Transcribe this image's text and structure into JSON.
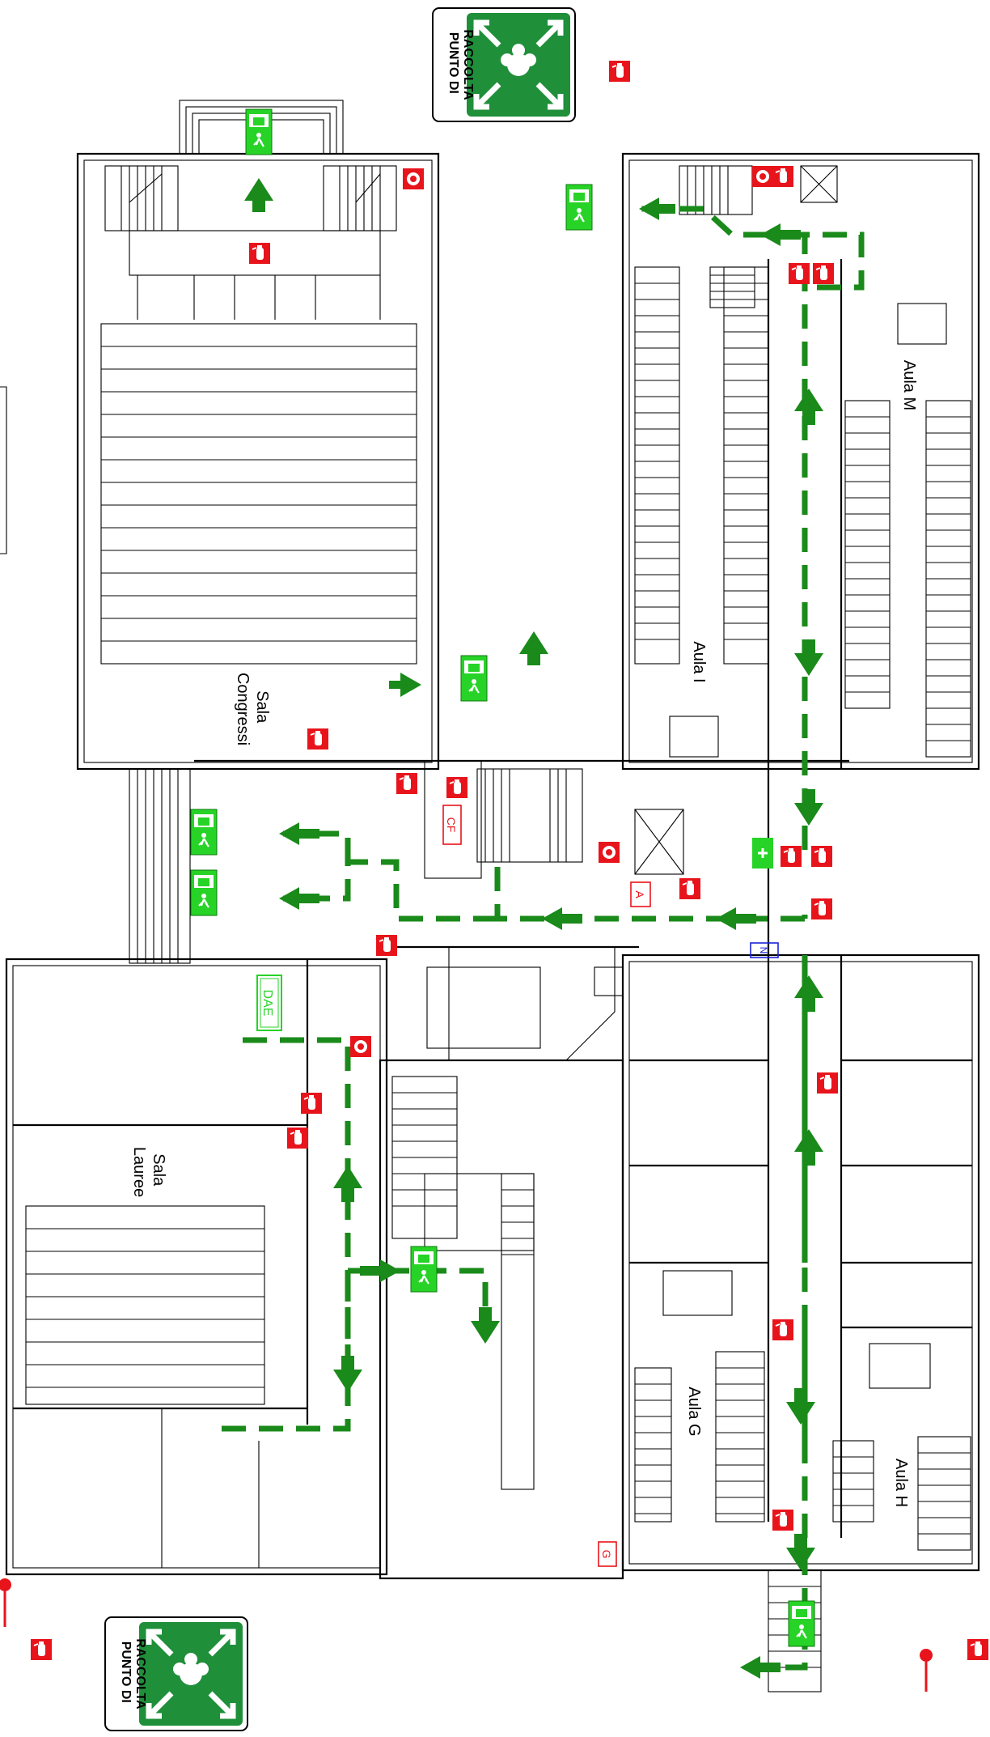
{
  "rooms": {
    "sala_congressi": "Sala\nCongressi",
    "sala_lauree": "Sala\nLauree",
    "aula_i": "Aula I",
    "aula_m": "Aula M",
    "aula_g": "Aula G",
    "aula_h": "Aula H"
  },
  "assembly_point_label": "PUNTO DI\nRACCOLTA",
  "markers": {
    "cf": "CF",
    "a": "A",
    "n": "N",
    "g": "G",
    "dae": "DAE"
  },
  "colors": {
    "route_green": "#1a8a1a",
    "exit_sign_green": "#27d327",
    "assembly_green": "#1f8f3a",
    "extinguisher_red": "#e8141c",
    "marker_blue": "#1a24d8"
  },
  "icons": [
    "exit-sign-icon",
    "fire-extinguisher-icon",
    "fire-hydrant-icon",
    "assembly-point-icon",
    "first-aid-icon",
    "route-arrow-icon"
  ]
}
